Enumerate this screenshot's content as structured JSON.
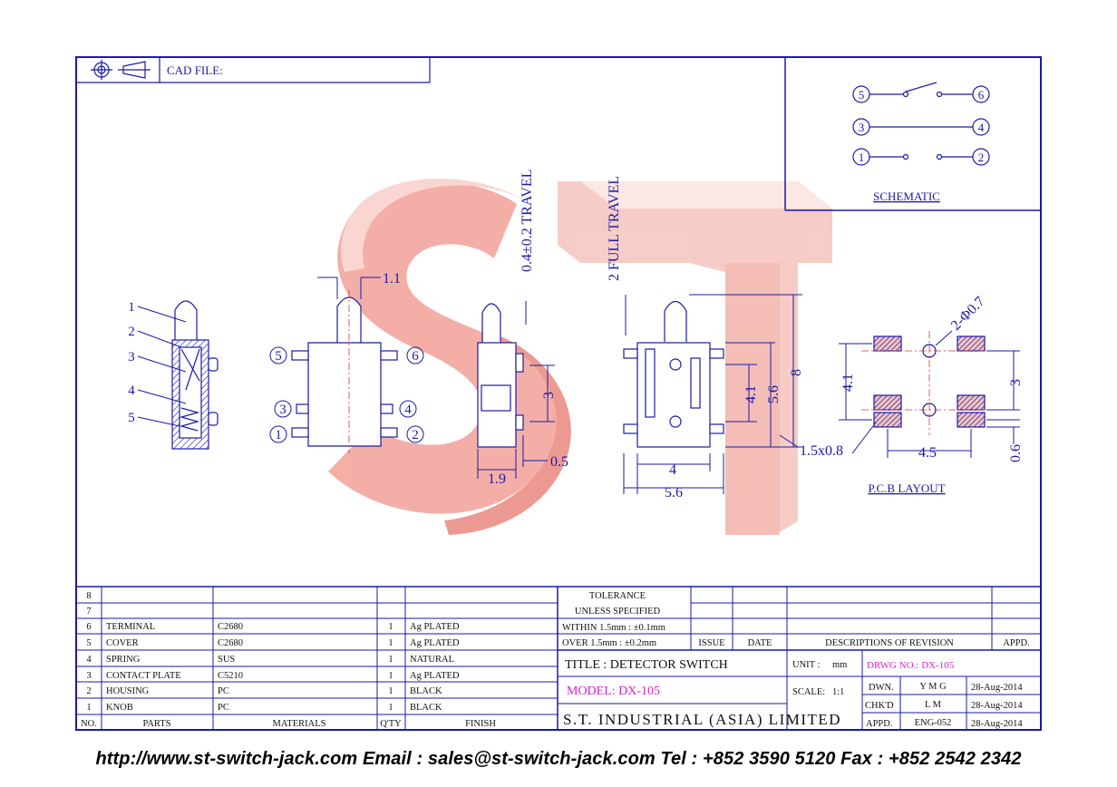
{
  "header": {
    "cad_file_label": "CAD FILE:"
  },
  "watermark": {
    "text": "ST",
    "color": "#f2a096"
  },
  "schematic": {
    "title": "SCHEMATIC",
    "pins": [
      "5",
      "6",
      "3",
      "4",
      "1",
      "2"
    ]
  },
  "drawing": {
    "part_callouts": [
      "1",
      "2",
      "3",
      "4",
      "5"
    ],
    "pin_callouts": [
      "5",
      "6",
      "3",
      "4",
      "1",
      "2"
    ],
    "dims": {
      "knob_width": "1.1",
      "travel": "0.4±0.2 TRAVEL",
      "full_travel": "2 FULL TRAVEL",
      "pitch_3": "3",
      "d_0_5": "0.5",
      "d_1_9": "1.9",
      "d_4_1": "4.1",
      "d_5_6": "5.6",
      "d_8": "8",
      "d_4": "4",
      "d_5_6_w": "5.6",
      "pad_size": "1.5x0.8",
      "pcb_hole": "2-Φ0.7",
      "pcb_4_1": "4.1",
      "pcb_3": "3",
      "pcb_4_5": "4.5",
      "pcb_0_6": "0.6"
    },
    "pcb_title": "P.C.B LAYOUT"
  },
  "bom": {
    "headers": {
      "no": "NO.",
      "parts": "PARTS",
      "materials": "MATERIALS",
      "qty": "Q'TY",
      "finish": "FINISH"
    },
    "rows": [
      {
        "no": "8",
        "part": "",
        "material": "",
        "qty": "",
        "finish": ""
      },
      {
        "no": "7",
        "part": "",
        "material": "",
        "qty": "",
        "finish": ""
      },
      {
        "no": "6",
        "part": "TERMINAL",
        "material": "C2680",
        "qty": "1",
        "finish": "Ag PLATED"
      },
      {
        "no": "5",
        "part": "COVER",
        "material": "C2680",
        "qty": "1",
        "finish": "Ag PLATED"
      },
      {
        "no": "4",
        "part": "SPRING",
        "material": "SUS",
        "qty": "1",
        "finish": "NATURAL"
      },
      {
        "no": "3",
        "part": "CONTACT PLATE",
        "material": "C5210",
        "qty": "1",
        "finish": "Ag PLATED"
      },
      {
        "no": "2",
        "part": "HOUSING",
        "material": "PC",
        "qty": "1",
        "finish": "BLACK"
      },
      {
        "no": "1",
        "part": "KNOB",
        "material": "PC",
        "qty": "1",
        "finish": "BLACK"
      }
    ]
  },
  "tolerance": {
    "line1": "TOLERANCE",
    "line2": "UNLESS  SPECIFIED",
    "line3": "WITHIN  1.5mm : ±0.1mm",
    "line4": "OVER   1.5mm : ±0.2mm"
  },
  "revision": {
    "issue": "ISSUE",
    "date": "DATE",
    "descriptions": "DESCRIPTIONS OF REVISION",
    "appd": "APPD."
  },
  "title_block": {
    "title": "TITLE : DETECTOR SWITCH",
    "model": "MODEL: DX-105",
    "company": "S.T. INDUSTRIAL (ASIA) LIMITED",
    "unit_label": "UNIT :",
    "unit": "mm",
    "drwg_no": "DRWG NO.: DX-105",
    "scale_label": "SCALE:",
    "scale": "1:1",
    "dwn_label": "DWN.",
    "dwn": "Y M G",
    "dwn_date": "28-Aug-2014",
    "chkd_label": "CHK'D",
    "chkd": "L M",
    "chkd_date": "28-Aug-2014",
    "appd_label": "APPD.",
    "appd": "ENG-052",
    "appd_date": "28-Aug-2014"
  },
  "footer": {
    "text": "http://www.st-switch-jack.com  Email : sales@st-switch-jack.com  Tel : +852 3590 5120  Fax : +852 2542 2342"
  }
}
